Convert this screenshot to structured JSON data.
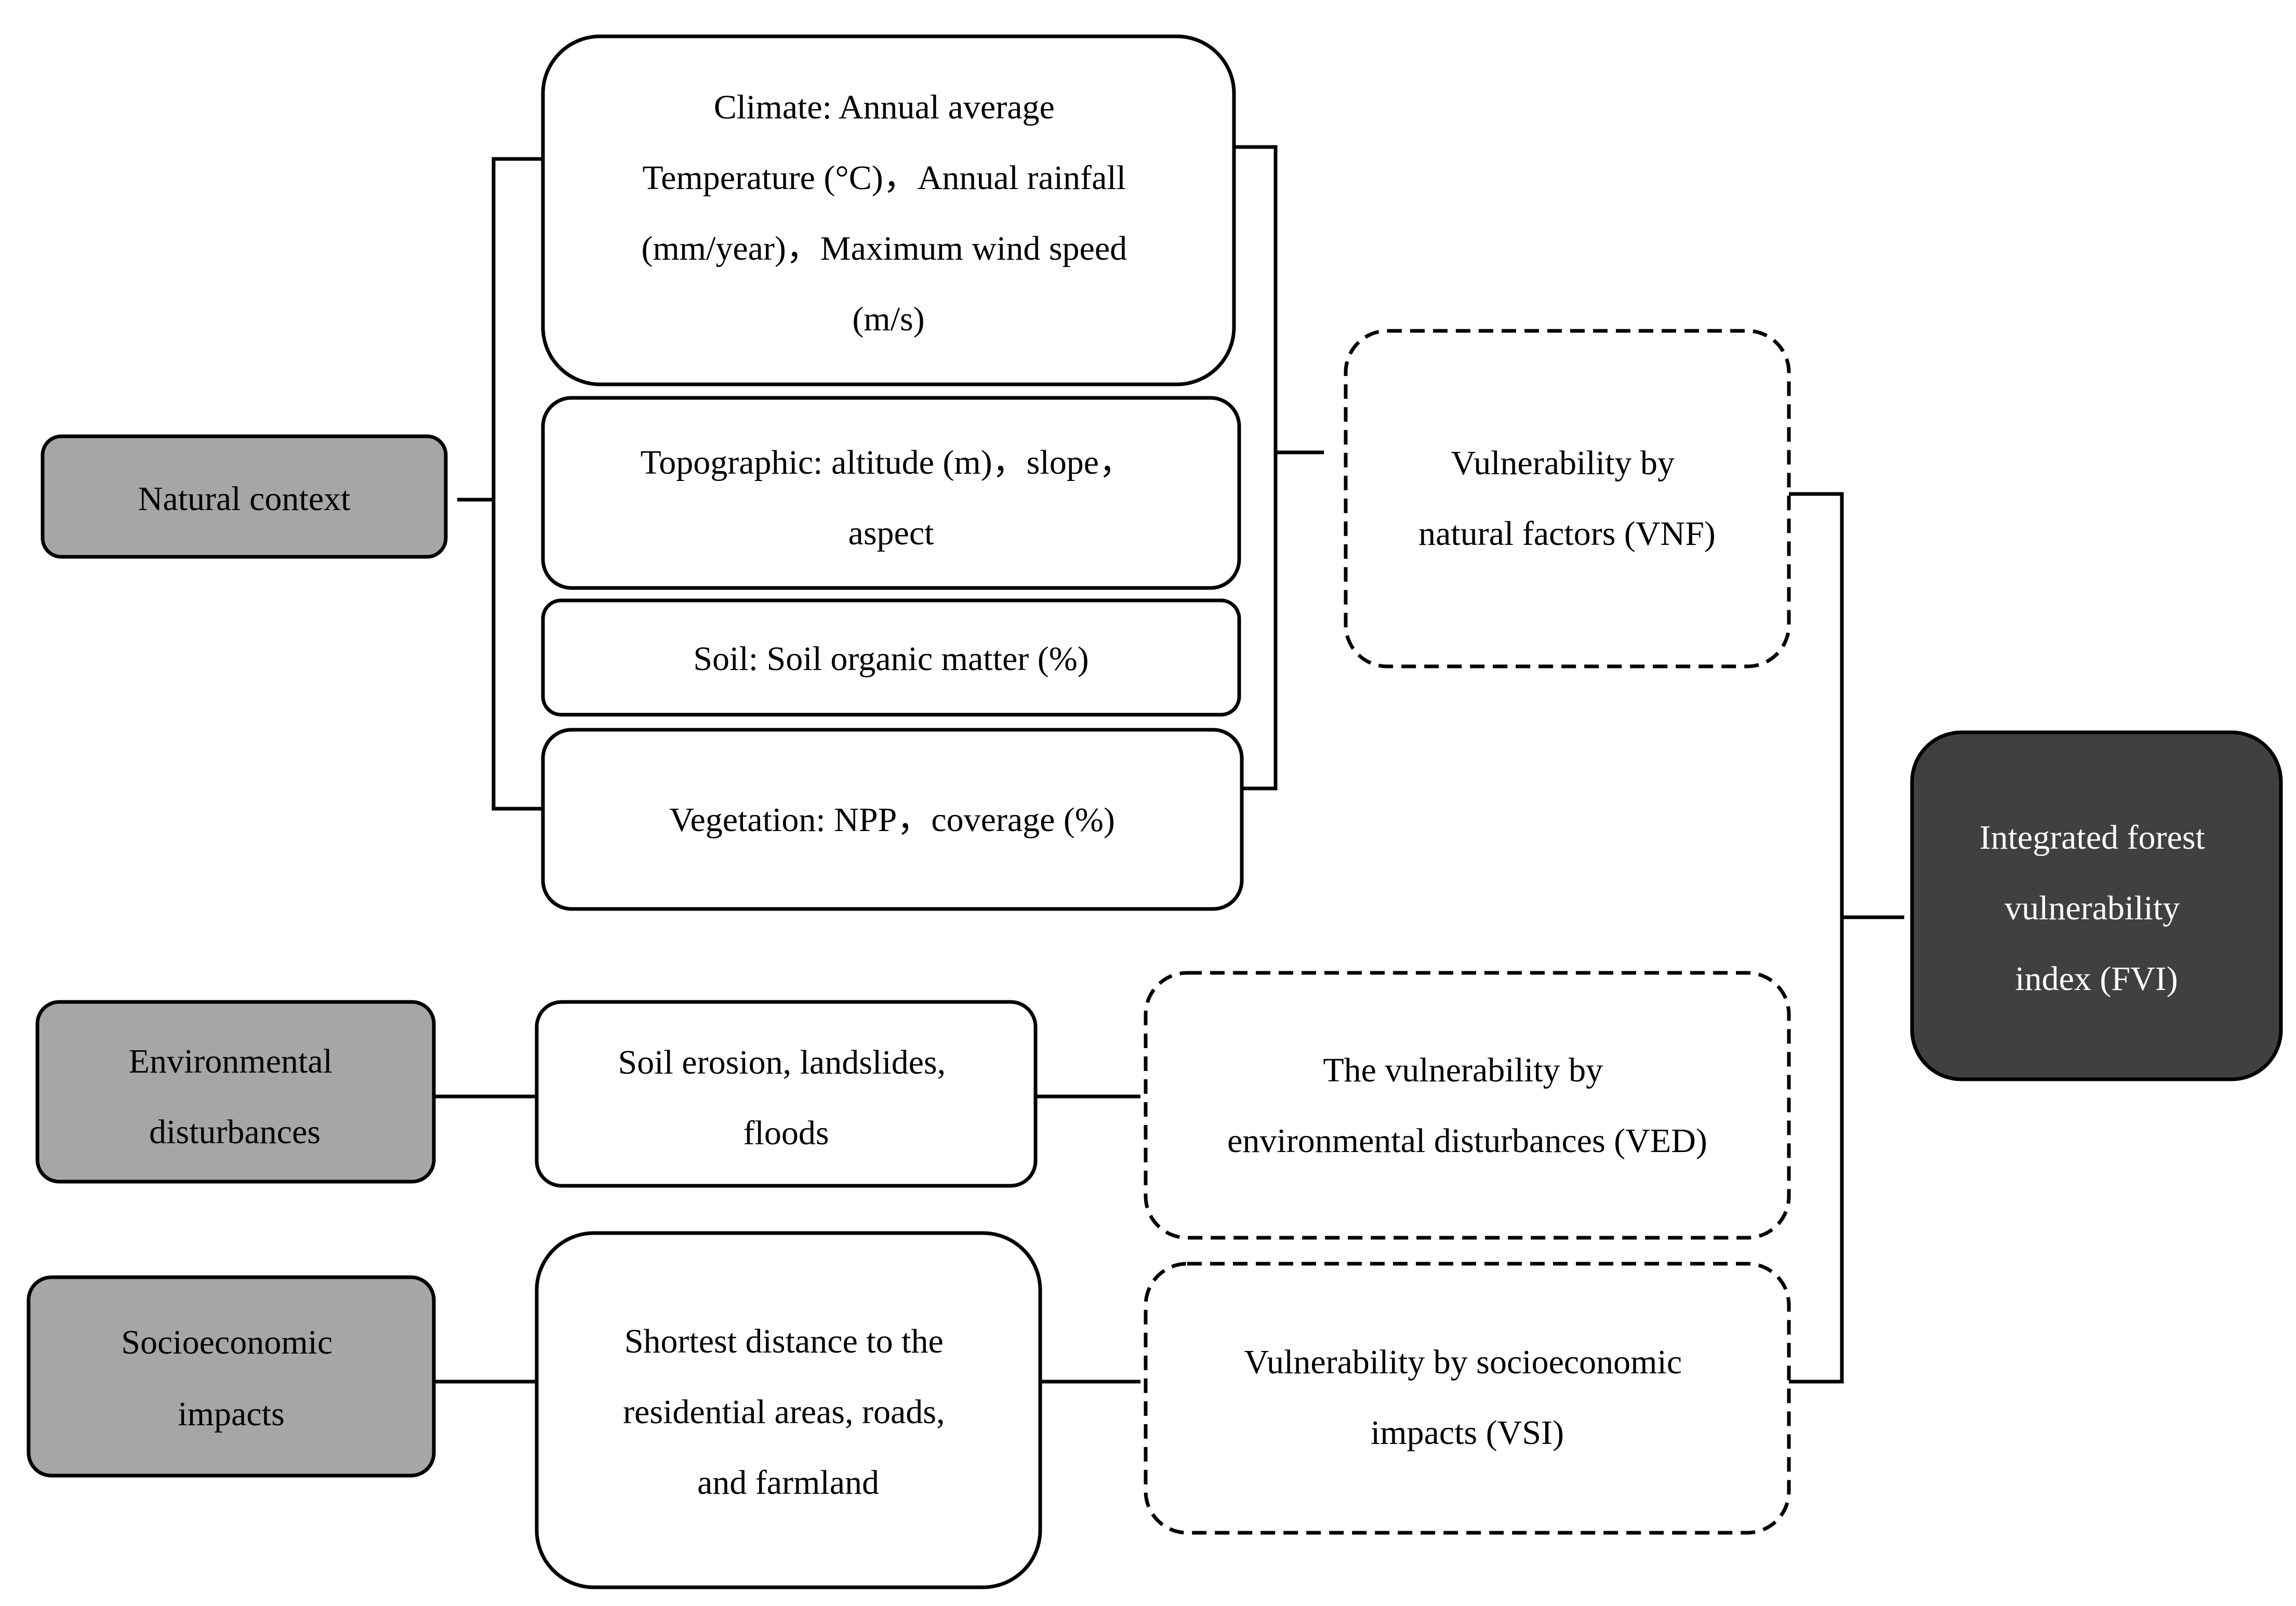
{
  "colors": {
    "category_fill": "#a6a6a6",
    "result_fill": "#404040",
    "indicator_fill": "#ffffff",
    "line": "#000000"
  },
  "categories": {
    "natural": [
      "Natural context"
    ],
    "environmental": [
      "Environmental",
      "disturbances"
    ],
    "socioeconomic": [
      "Socioeconomic",
      "impacts"
    ]
  },
  "indicators": {
    "climate": [
      "Climate: Annual average",
      "Temperature (°C)，Annual rainfall",
      "(mm/year)，Maximum wind speed",
      "(m/s)"
    ],
    "topographic": [
      "Topographic: altitude (m)，slope，",
      "aspect"
    ],
    "soil": [
      "Soil: Soil organic matter (%)"
    ],
    "vegetation": [
      "Vegetation: NPP，coverage (%)"
    ],
    "erosion": [
      "Soil erosion, landslides,",
      "floods"
    ],
    "distance": [
      "Shortest distance to the",
      "residential areas, roads,",
      "and farmland"
    ]
  },
  "components": {
    "vnf": [
      "Vulnerability by",
      "natural factors (VNF)"
    ],
    "ved": [
      "The vulnerability by",
      "environmental disturbances (VED)"
    ],
    "vsi": [
      "Vulnerability by socioeconomic",
      "impacts (VSI)"
    ]
  },
  "result": {
    "fvi": [
      "Integrated forest",
      "vulnerability",
      "index (FVI)"
    ]
  }
}
